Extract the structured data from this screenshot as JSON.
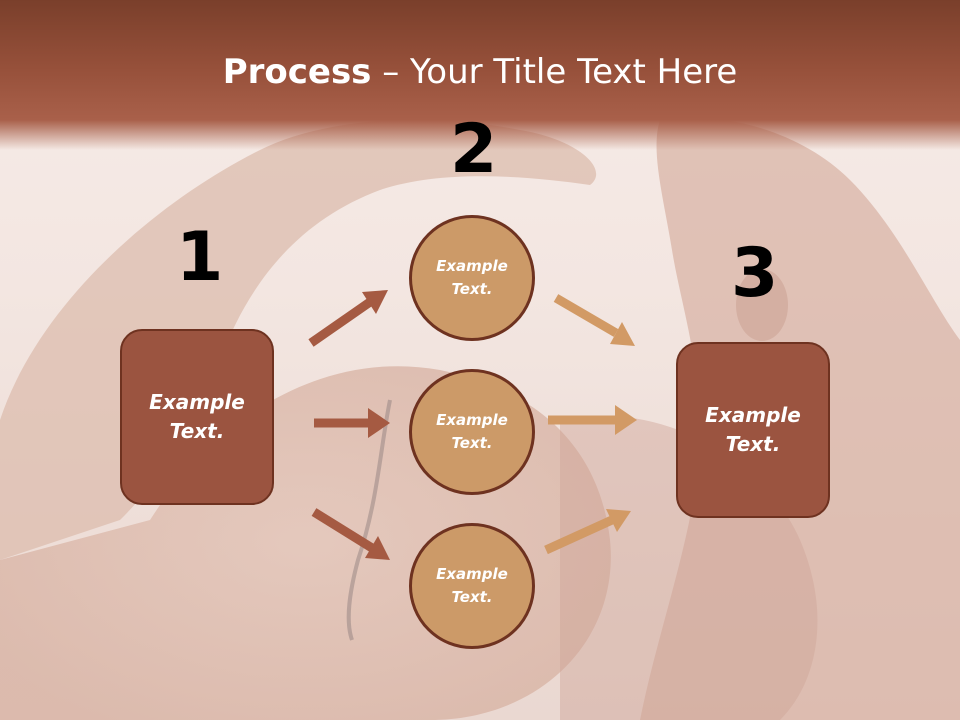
{
  "slide": {
    "title_bold": "Process",
    "title_rest": " – Your Title Text Here"
  },
  "steps": {
    "one": "1",
    "two": "2",
    "three": "3"
  },
  "left_box": {
    "text": "Example\nText."
  },
  "right_box": {
    "text": "Example\nText."
  },
  "circles": [
    {
      "text": "Example\nText."
    },
    {
      "text": "Example\nText."
    },
    {
      "text": "Example\nText."
    }
  ],
  "colors": {
    "title_band": "#96503a",
    "box_fill": "#9b5440",
    "circle_fill": "#cc9a68",
    "outline": "#6e3220",
    "arrow_dark": "#a55a42",
    "arrow_light": "#d29a65"
  }
}
